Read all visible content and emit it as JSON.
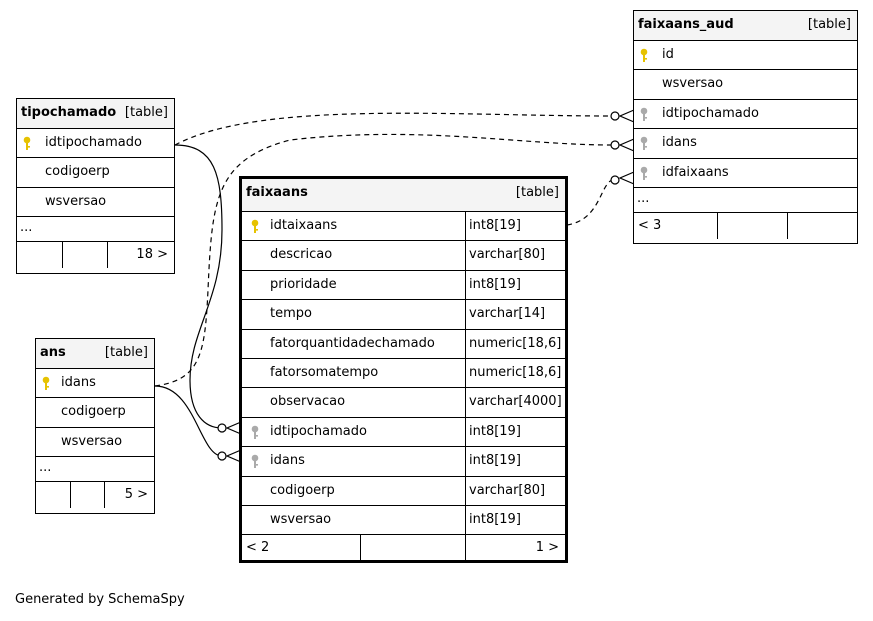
{
  "tables": {
    "faixaans_aud": {
      "name": "faixaans_aud",
      "type": "[table]",
      "columns": [
        "id",
        "wsversao",
        "idtipochamado",
        "idans",
        "idfaixaans"
      ],
      "ellipsis": "...",
      "footer": "< 3"
    },
    "tipochamado": {
      "name": "tipochamado",
      "type": "[table]",
      "columns": [
        "idtipochamado",
        "codigoerp",
        "wsversao"
      ],
      "ellipsis": "...",
      "footer": "18 >"
    },
    "faixaans": {
      "name": "faixaans",
      "type": "[table]",
      "columns": [
        {
          "name": "idtaixaans",
          "type": "int8[19]"
        },
        {
          "name": "descricao",
          "type": "varchar[80]"
        },
        {
          "name": "prioridade",
          "type": "int8[19]"
        },
        {
          "name": "tempo",
          "type": "varchar[14]"
        },
        {
          "name": "fatorquantidadechamado",
          "type": "numeric[18,6]"
        },
        {
          "name": "fatorsomatempo",
          "type": "numeric[18,6]"
        },
        {
          "name": "observacao",
          "type": "varchar[4000]"
        },
        {
          "name": "idtipochamado",
          "type": "int8[19]"
        },
        {
          "name": "idans",
          "type": "int8[19]"
        },
        {
          "name": "codigoerp",
          "type": "varchar[80]"
        },
        {
          "name": "wsversao",
          "type": "int8[19]"
        }
      ],
      "footer_left": "< 2",
      "footer_right": "1 >"
    },
    "ans": {
      "name": "ans",
      "type": "[table]",
      "columns": [
        "idans",
        "codigoerp",
        "wsversao"
      ],
      "ellipsis": "...",
      "footer": "5 >"
    }
  },
  "key_colors": {
    "primary": "#e6c200",
    "foreign": "#aaaaaa"
  },
  "generated_by": "Generated by SchemaSpy"
}
